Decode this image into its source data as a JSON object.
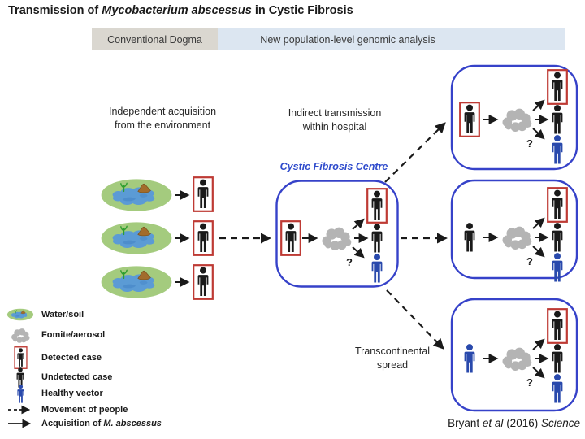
{
  "title": {
    "prefix": "Transmission of ",
    "species": "Mycobacterium abscessus",
    "suffix": " in Cystic Fibrosis"
  },
  "headers": {
    "conventional": "Conventional Dogma",
    "genomic": "New population-level genomic analysis"
  },
  "labels": {
    "independent": "Independent acquisition\nfrom the environment",
    "indirect": "Indirect transmission\nwithin hospital",
    "cf_centre": "Cystic Fibrosis Centre",
    "transcontinental": "Transcontinental\nspread",
    "question_mark": "?"
  },
  "legend": {
    "items": [
      {
        "icon": "water-soil-icon",
        "label": "Water/soil"
      },
      {
        "icon": "fomite-aerosol-icon",
        "label": "Fomite/aerosol"
      },
      {
        "icon": "detected-case-icon",
        "label": "Detected case"
      },
      {
        "icon": "undetected-case-icon",
        "label": "Undetected case"
      },
      {
        "icon": "healthy-vector-icon",
        "label": "Healthy vector"
      },
      {
        "icon": "movement-arrow-icon",
        "label": "Movement of people"
      },
      {
        "icon": "acquisition-arrow-icon",
        "label": "Acquisition of ",
        "label_italic": "M. abscessus"
      }
    ]
  },
  "citation": {
    "author": "Bryant ",
    "etal": "et al",
    "year": " (2016) ",
    "journal": "Science"
  },
  "colors": {
    "detected_box": "#BE3A34",
    "undetected_case": "#1a1a1a",
    "healthy_vector": "#2949AC",
    "centre_box_border": "#3642C9",
    "cf_centre_text": "#2F4BCC",
    "environment_green": "#A4CB7E",
    "water_blue": "#5B9BD5",
    "soil_brown": "#A26C2C",
    "fomite_gray": "#B4B4B4",
    "header_conventional_bg": "#DAD7D0",
    "header_genomic_bg": "#DCE6F1"
  }
}
